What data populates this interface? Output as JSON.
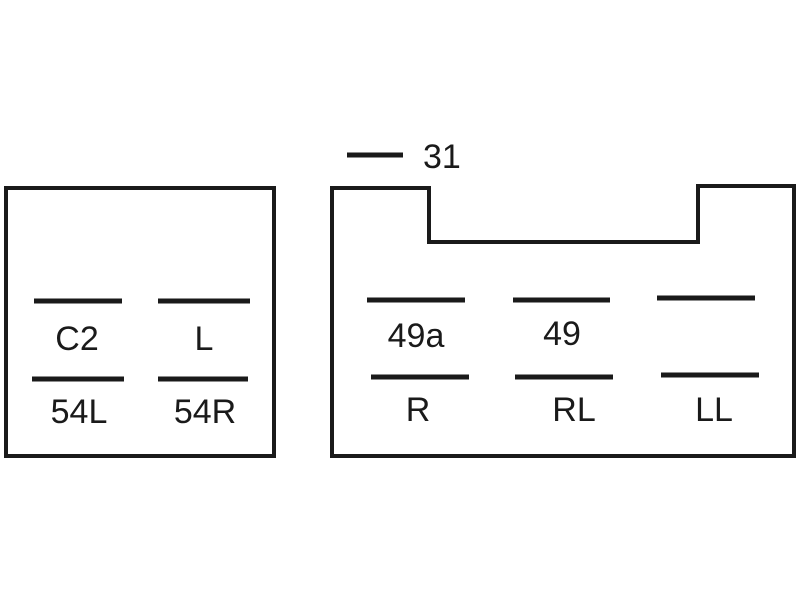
{
  "legend": {
    "ground_label": "31"
  },
  "left_connector": {
    "top_row": [
      "C2",
      "L"
    ],
    "bottom_row": [
      "54L",
      "54R"
    ]
  },
  "right_connector": {
    "top_row": [
      "49a",
      "49",
      ""
    ],
    "bottom_row": [
      "R",
      "RL",
      "LL"
    ]
  }
}
